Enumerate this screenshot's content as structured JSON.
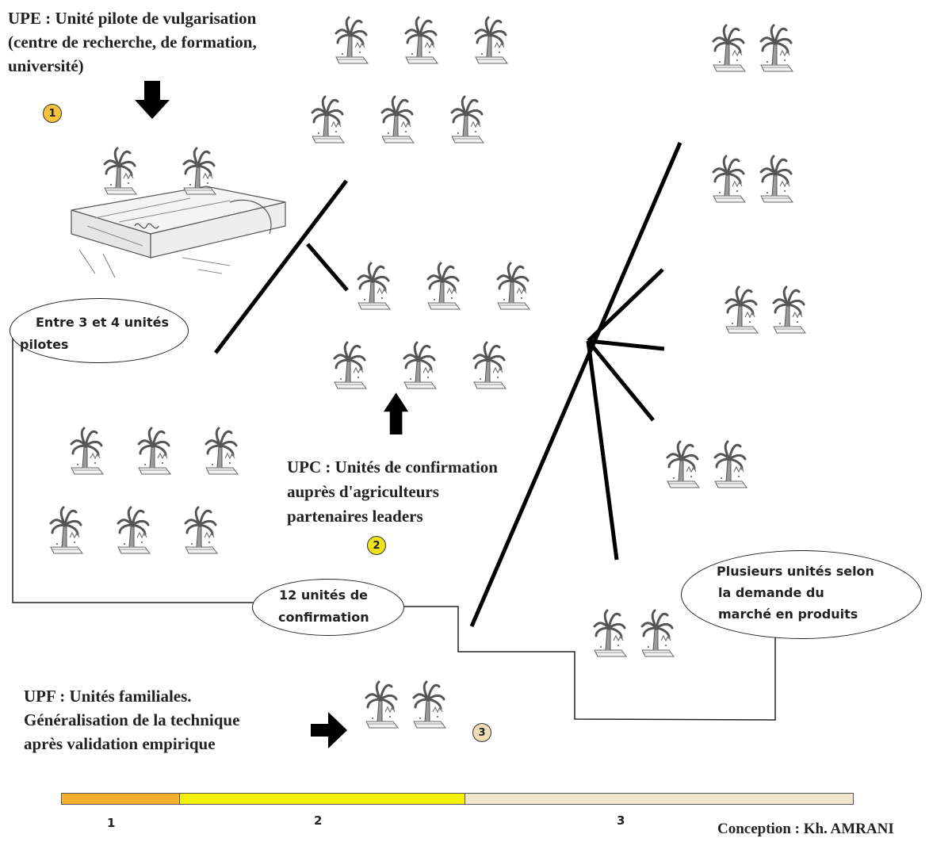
{
  "upe": {
    "line1": "UPE : Unité pilote de vulgarisation",
    "line2": "(centre de recherche, de formation,",
    "line3": "université)"
  },
  "upc": {
    "line1": "UPC : Unités de confirmation",
    "line2": "auprès d'agriculteurs",
    "line3": "partenaires leaders"
  },
  "upf": {
    "line1": "UPF : Unités familiales.",
    "line2": "Généralisation de la technique",
    "line3": "après validation empirique"
  },
  "ovals": {
    "pilot": {
      "line1": "Entre 3 et 4 unités",
      "line2": "pilotes"
    },
    "confirm": {
      "line1": "12 unités de",
      "line2": "confirmation"
    },
    "market": {
      "line1": "Plusieurs unités selon",
      "line2": "la demande du",
      "line3": "marché en produits"
    }
  },
  "badges": {
    "b1": "1",
    "b2": "2",
    "b3": "3"
  },
  "timeline": {
    "labels": [
      "1",
      "2",
      "3"
    ],
    "colors": [
      "#f4b02c",
      "#f2f200",
      "#f2e6cc"
    ]
  },
  "credit": "Conception : Kh. AMRANI",
  "colors": {
    "badge1": "#f5c33b",
    "badge2": "#f2e21a",
    "badge3": "#efdcb4"
  }
}
